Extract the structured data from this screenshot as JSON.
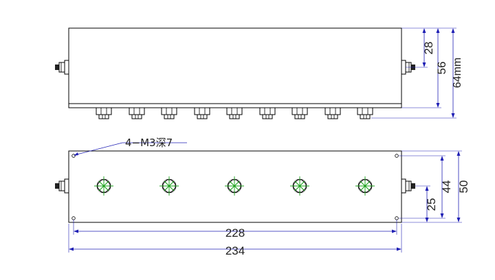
{
  "drawing": {
    "note": "4−M3深7",
    "dims": {
      "top_height_28": "28",
      "top_height_56": "56",
      "top_height_64": "64mm",
      "bottom_height_50": "50",
      "bottom_height_44": "44",
      "bottom_height_25": "25",
      "width_228": "228",
      "width_234": "234"
    },
    "colors": {
      "outline": "#000000",
      "dimension": "#1f1fb4",
      "center_mark": "#17a017"
    }
  }
}
